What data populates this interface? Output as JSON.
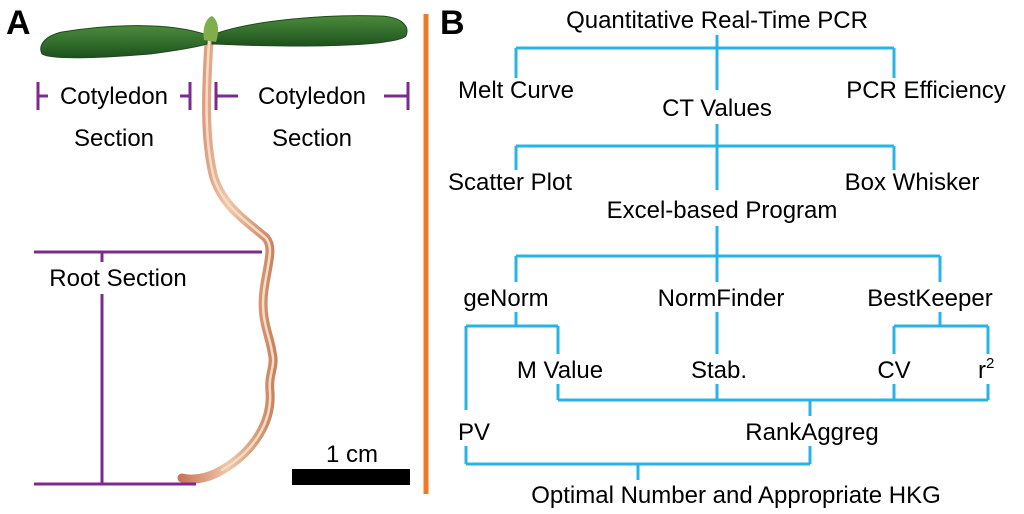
{
  "panel_a": {
    "letter": "A",
    "cotyledon_left": {
      "line1": "Cotyledon",
      "line2": "Section"
    },
    "cotyledon_right": {
      "line1": "Cotyledon",
      "line2": "Section"
    },
    "root": "Root Section",
    "scale": "1 cm"
  },
  "panel_b": {
    "letter": "B",
    "nodes": {
      "qpcr": "Quantitative Real-Time PCR",
      "melt": "Melt Curve",
      "ct": "CT Values",
      "eff": "PCR Efficiency",
      "scatter": "Scatter Plot",
      "box": "Box Whisker",
      "excel": "Excel-based Program",
      "genorm": "geNorm",
      "normfinder": "NormFinder",
      "bestkeeper": "BestKeeper",
      "mvalue": "M Value",
      "stab": "Stab.",
      "cv": "CV",
      "r2": "r",
      "r2_sup": "2",
      "pv": "PV",
      "rank": "RankAggreg",
      "optimal": "Optimal Number and Appropriate HKG"
    }
  },
  "colors": {
    "bracket": "#7b2b8e",
    "flow": "#27b4e4",
    "divider": "#f07a22",
    "scale_bar": "#000000"
  }
}
